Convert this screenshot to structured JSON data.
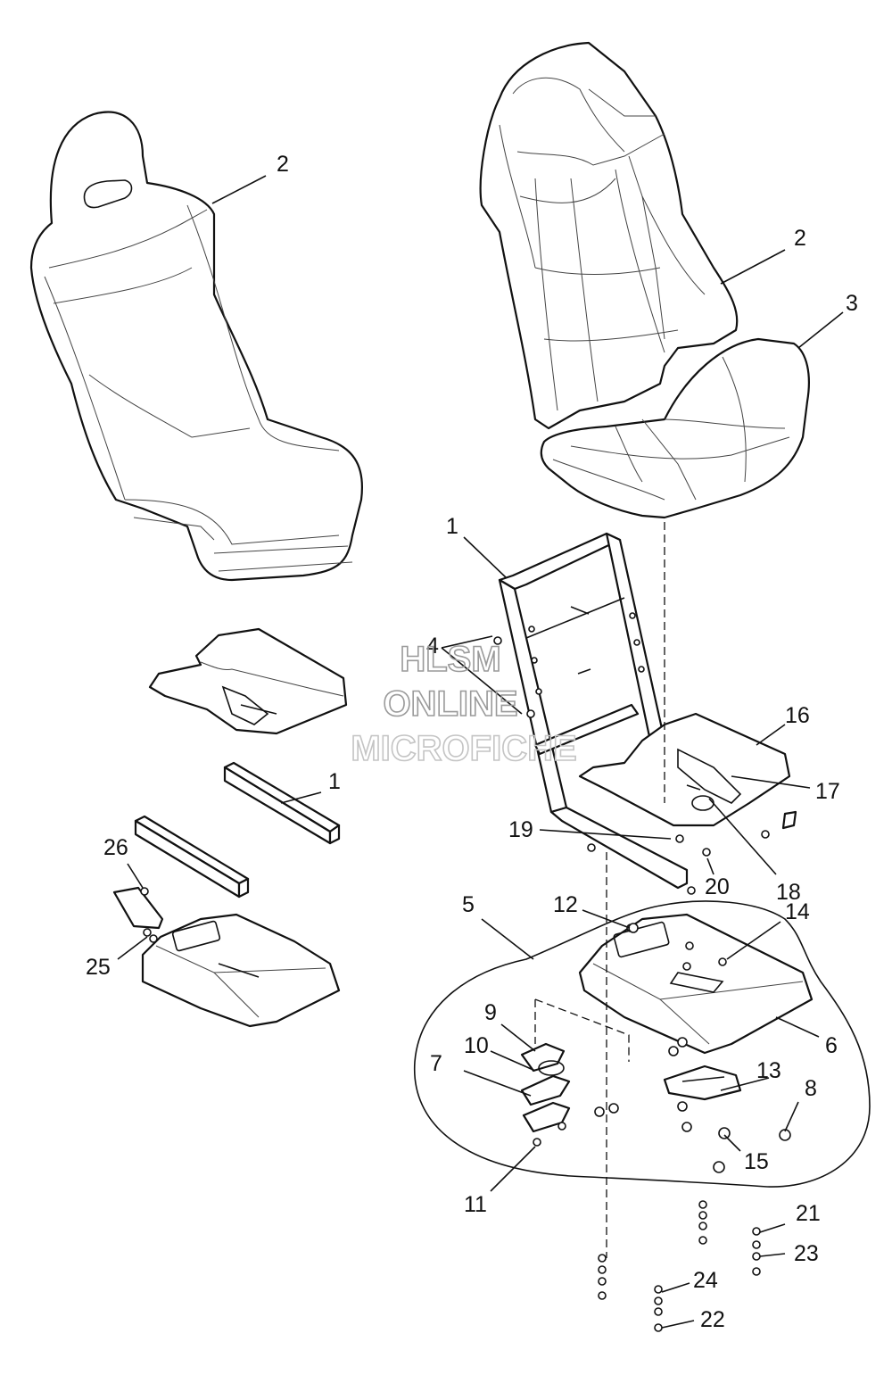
{
  "watermark": {
    "line1": "HLSM",
    "line2": "ONLINE",
    "line3": "MICROFICHE"
  },
  "callouts": [
    {
      "id": "c2a",
      "label": "2"
    },
    {
      "id": "c2b",
      "label": "2"
    },
    {
      "id": "c3",
      "label": "3"
    },
    {
      "id": "c1a",
      "label": "1"
    },
    {
      "id": "c1b",
      "label": "1"
    },
    {
      "id": "c4",
      "label": "4"
    },
    {
      "id": "c16",
      "label": "16"
    },
    {
      "id": "c17",
      "label": "17"
    },
    {
      "id": "c18",
      "label": "18"
    },
    {
      "id": "c19",
      "label": "19"
    },
    {
      "id": "c20",
      "label": "20"
    },
    {
      "id": "c26",
      "label": "26"
    },
    {
      "id": "c25",
      "label": "25"
    },
    {
      "id": "c5",
      "label": "5"
    },
    {
      "id": "c12",
      "label": "12"
    },
    {
      "id": "c14",
      "label": "14"
    },
    {
      "id": "c6",
      "label": "6"
    },
    {
      "id": "c9",
      "label": "9"
    },
    {
      "id": "c10",
      "label": "10"
    },
    {
      "id": "c7",
      "label": "7"
    },
    {
      "id": "c13",
      "label": "13"
    },
    {
      "id": "c8",
      "label": "8"
    },
    {
      "id": "c15",
      "label": "15"
    },
    {
      "id": "c11",
      "label": "11"
    },
    {
      "id": "c21",
      "label": "21"
    },
    {
      "id": "c23",
      "label": "23"
    },
    {
      "id": "c24",
      "label": "24"
    },
    {
      "id": "c22",
      "label": "22"
    }
  ]
}
